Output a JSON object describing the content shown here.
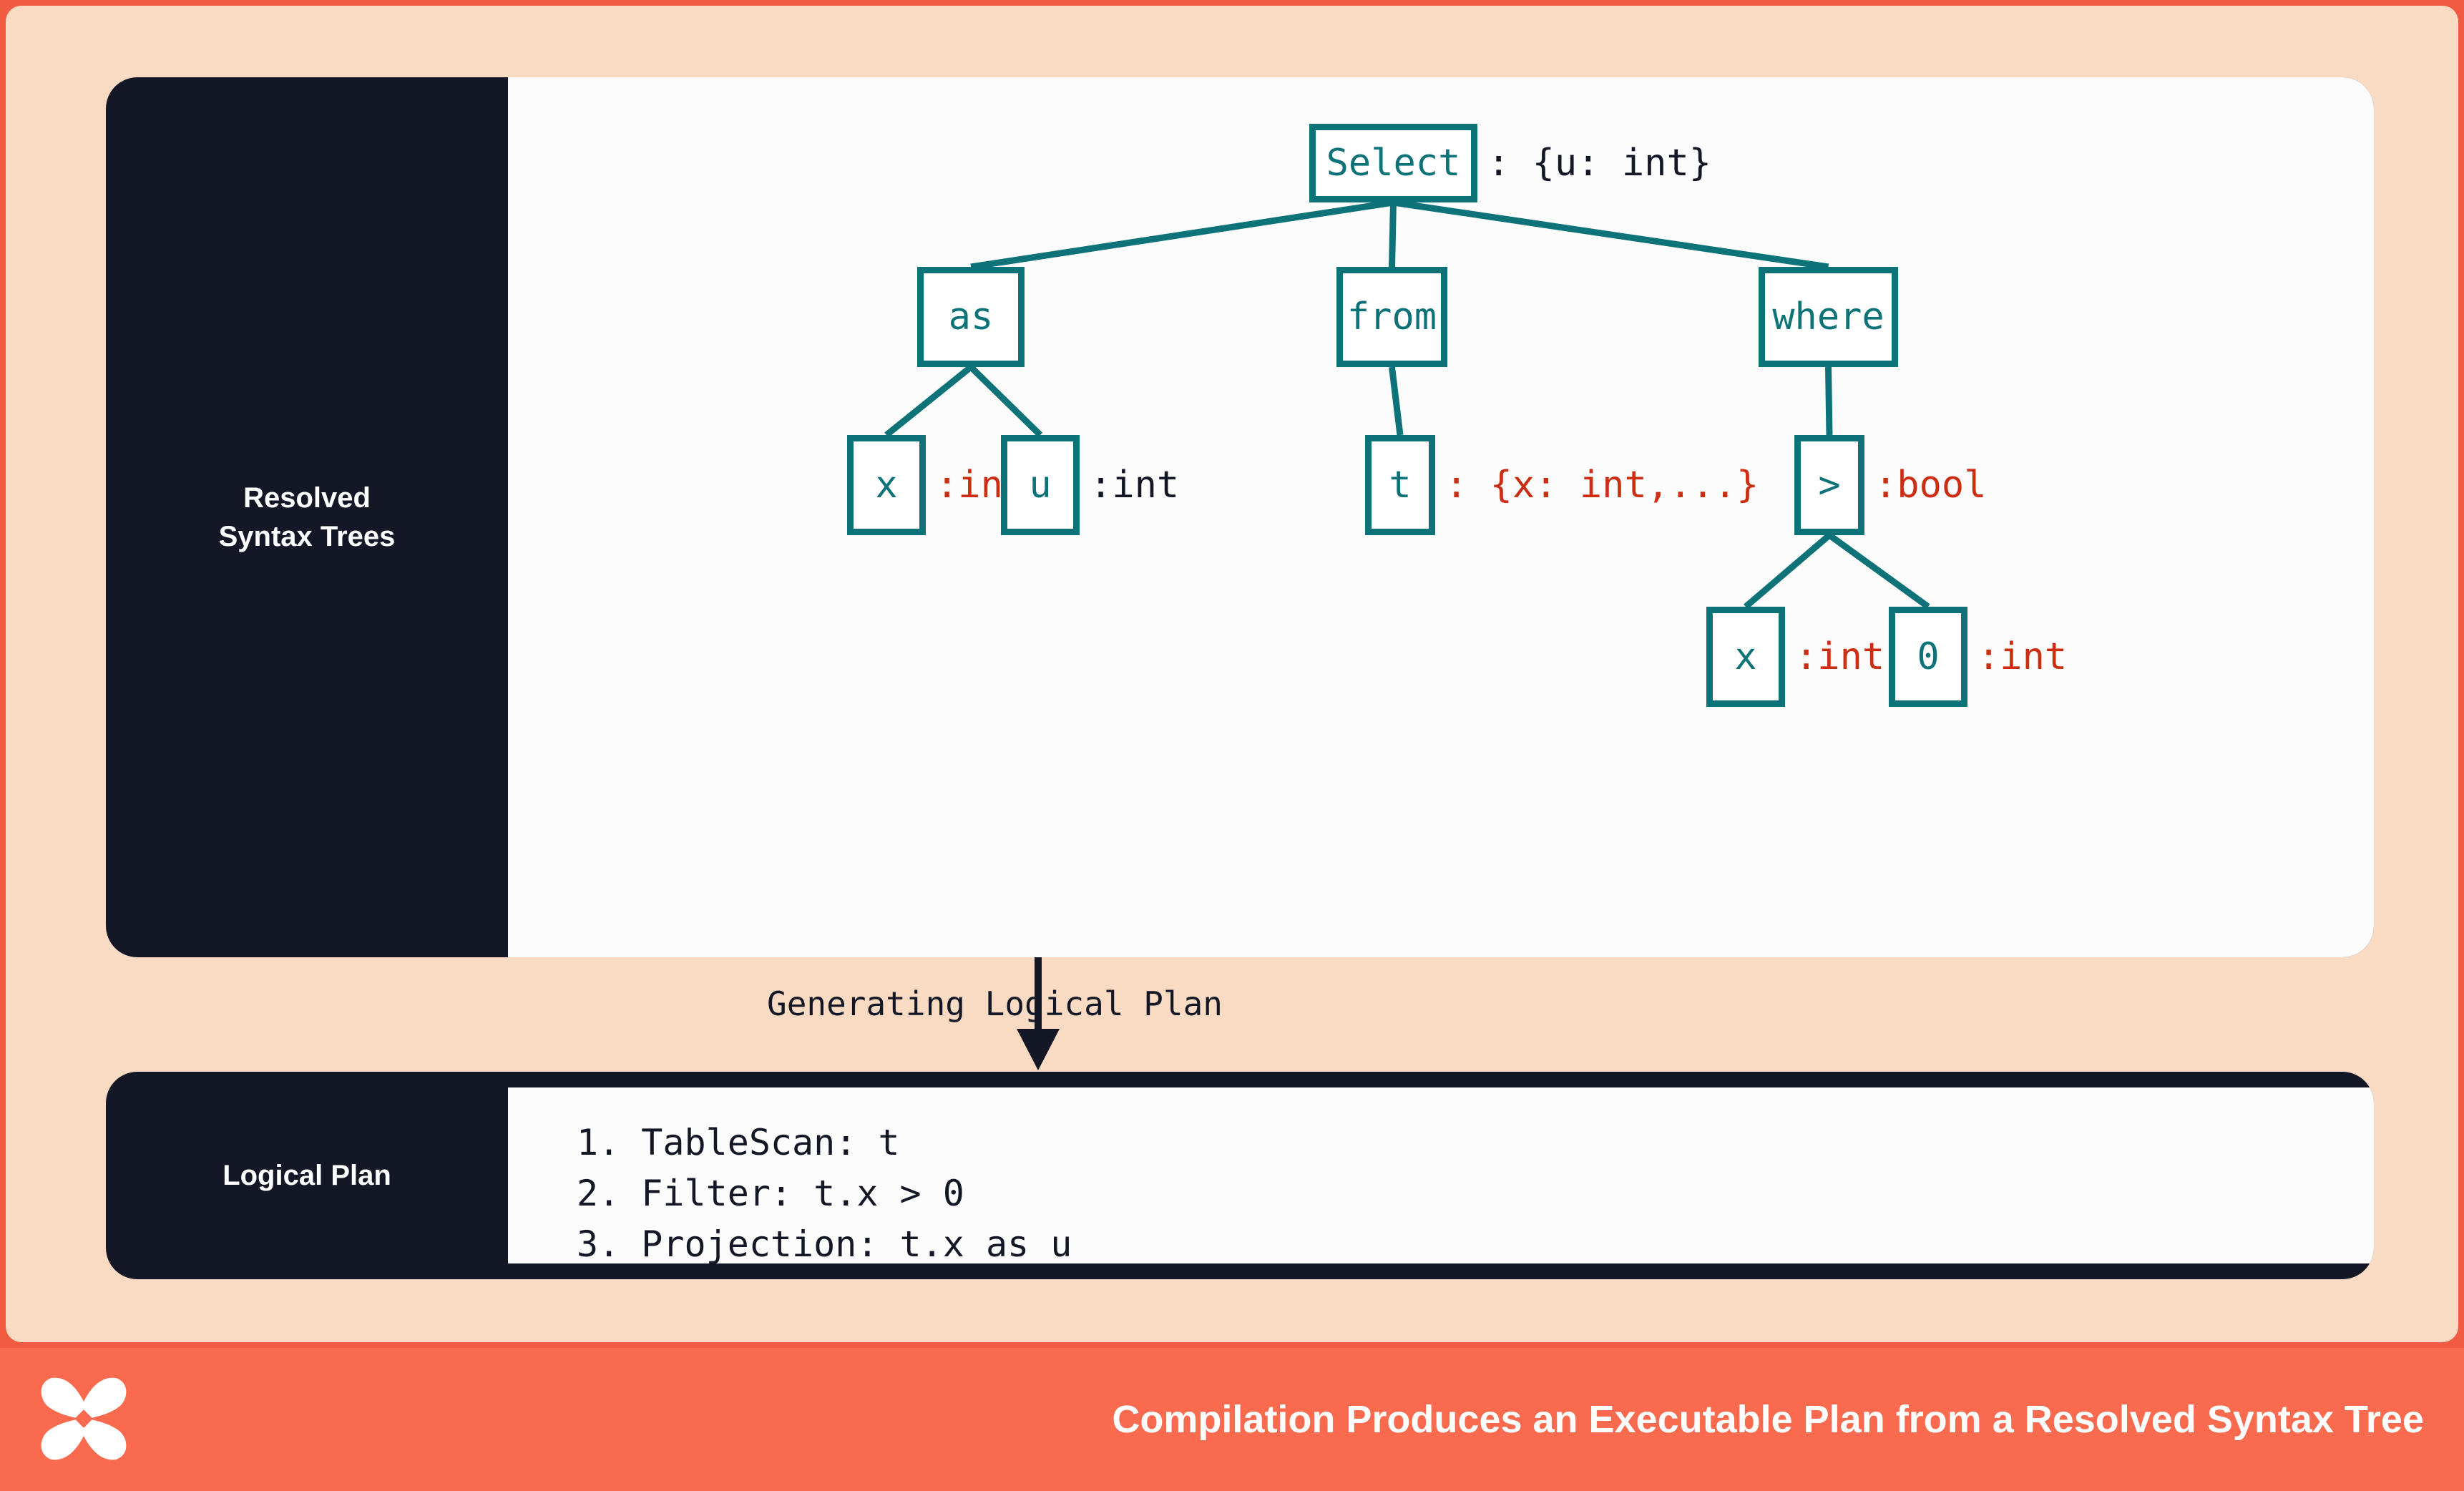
{
  "theme": {
    "border_coral": "#F15B42",
    "bg_peach": "#F9DAC3",
    "card_navy": "#141826",
    "panel_white": "#FCFCFC",
    "node_teal": "#0D7379",
    "type_red": "#CC2E14",
    "footer_coral": "#F96A4E"
  },
  "sections": {
    "rst": {
      "label": "Resolved\nSyntax Trees",
      "label_line1": "Resolved",
      "label_line2": "Syntax Trees"
    },
    "logical_plan": {
      "label": "Logical Plan"
    }
  },
  "connector": {
    "label": "Generating Logical Plan",
    "arrow": "down-arrow-icon"
  },
  "tree": {
    "nodes": [
      {
        "id": "select",
        "text": "Select",
        "annotation": ": {u: int}",
        "annotation_color": "dark"
      },
      {
        "id": "as",
        "text": "as",
        "annotation": "",
        "annotation_color": ""
      },
      {
        "id": "from",
        "text": "from",
        "annotation": "",
        "annotation_color": ""
      },
      {
        "id": "where",
        "text": "where",
        "annotation": "",
        "annotation_color": ""
      },
      {
        "id": "as-x",
        "text": "x",
        "annotation": ":int",
        "annotation_color": "red"
      },
      {
        "id": "as-u",
        "text": "u",
        "annotation": ":int",
        "annotation_color": "dark"
      },
      {
        "id": "from-t",
        "text": "t",
        "annotation": ": {x: int,...}",
        "annotation_color": "red"
      },
      {
        "id": "gt",
        "text": ">",
        "annotation": ":bool",
        "annotation_color": "red"
      },
      {
        "id": "gt-x",
        "text": "x",
        "annotation": ":int",
        "annotation_color": "red"
      },
      {
        "id": "gt-0",
        "text": "0",
        "annotation": ":int",
        "annotation_color": "red"
      }
    ],
    "edges": [
      [
        "select",
        "as"
      ],
      [
        "select",
        "from"
      ],
      [
        "select",
        "where"
      ],
      [
        "as",
        "as-x"
      ],
      [
        "as",
        "as-u"
      ],
      [
        "from",
        "from-t"
      ],
      [
        "where",
        "gt"
      ],
      [
        "gt",
        "gt-x"
      ],
      [
        "gt",
        "gt-0"
      ]
    ]
  },
  "plan_steps": [
    "1. TableScan: t",
    "2. Filter: t.x > 0",
    "3. Projection: t.x as u"
  ],
  "footer": {
    "caption": "Compilation Produces an Executable Plan from a Resolved Syntax Tree",
    "logo": "butterfly-x-logo"
  }
}
